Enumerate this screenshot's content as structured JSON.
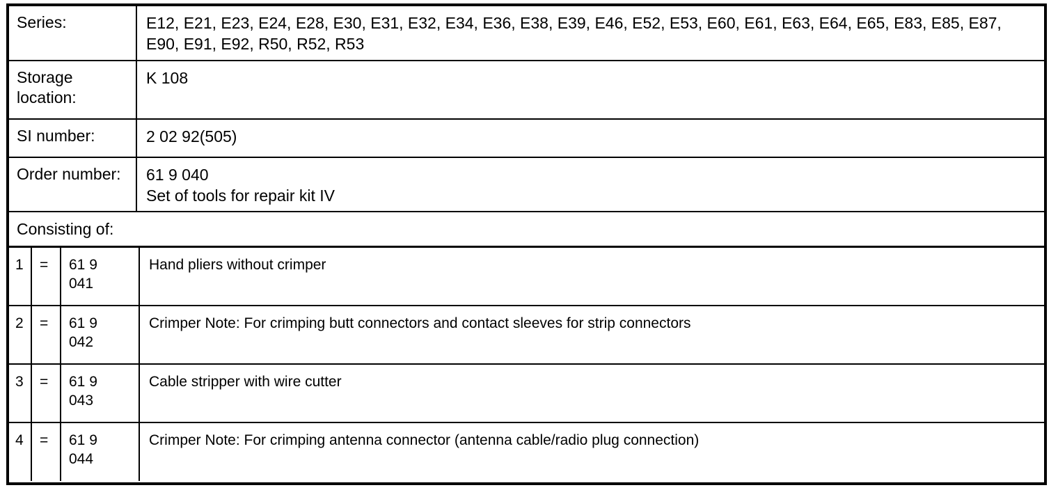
{
  "document": {
    "type": "specification-table",
    "colors": {
      "background": "#ffffff",
      "text": "#000000",
      "border": "#000000"
    }
  },
  "fields": [
    {
      "label": "Series:",
      "value": "E12, E21, E23, E24, E28, E30, E31, E32, E34, E36, E38, E39, E46, E52, E53, E60, E61, E63, E64, E65, E83, E85, E87, E90, E91, E92, R50, R52, R53"
    },
    {
      "label": "Storage\nlocation:",
      "value": "K 108"
    },
    {
      "label": "SI number:",
      "value": "2 02 92(505)"
    },
    {
      "label": "Order number:",
      "value": "61 9 040\nSet of tools for repair kit IV"
    }
  ],
  "consisting_of": {
    "label": "Consisting of:"
  },
  "items": [
    {
      "index": "1",
      "equals": "=",
      "part_number": "61 9\n041",
      "description": "Hand pliers without crimper"
    },
    {
      "index": "2",
      "equals": "=",
      "part_number": "61 9\n042",
      "description": "Crimper Note: For crimping butt connectors and contact sleeves for strip connectors"
    },
    {
      "index": "3",
      "equals": "=",
      "part_number": "61 9\n043",
      "description": "Cable stripper with wire cutter"
    },
    {
      "index": "4",
      "equals": "=",
      "part_number": "61 9\n044",
      "description": "Crimper Note: For crimping antenna connector (antenna cable/radio plug connection)"
    }
  ]
}
